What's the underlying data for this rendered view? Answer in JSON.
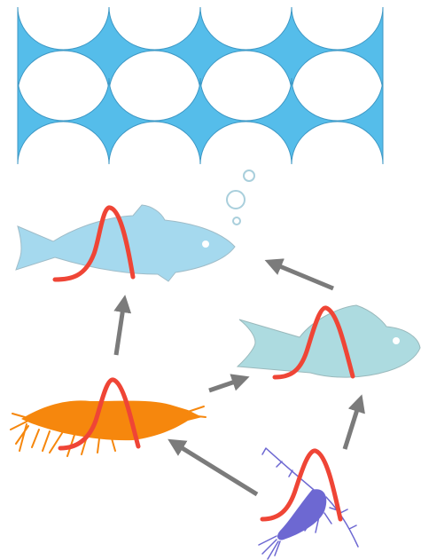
{
  "colors": {
    "water": "#55bdea",
    "bubble": "#a9cfdc",
    "large_fish": "#a5d9ee",
    "small_fish": "#addbe0",
    "krill": "#f6870d",
    "copepod": "#6d68d2",
    "curve": "#ef4536",
    "arrow": "#7b7b7b"
  },
  "icons": {
    "water": "water-waves",
    "bubbles": "air-bubbles",
    "large_fish": "large-fish-icon",
    "small_fish": "small-fish-icon",
    "krill": "krill-icon",
    "copepod": "copepod-icon",
    "curve": "distribution-curve",
    "arrow": "trophic-arrow"
  },
  "food_web": {
    "organisms": [
      "large-fish",
      "small-fish",
      "krill",
      "copepod"
    ],
    "links": [
      {
        "from": "copepod",
        "to": "krill"
      },
      {
        "from": "copepod",
        "to": "small-fish"
      },
      {
        "from": "krill",
        "to": "small-fish"
      },
      {
        "from": "krill",
        "to": "large-fish"
      },
      {
        "from": "small-fish",
        "to": "large-fish"
      }
    ]
  }
}
